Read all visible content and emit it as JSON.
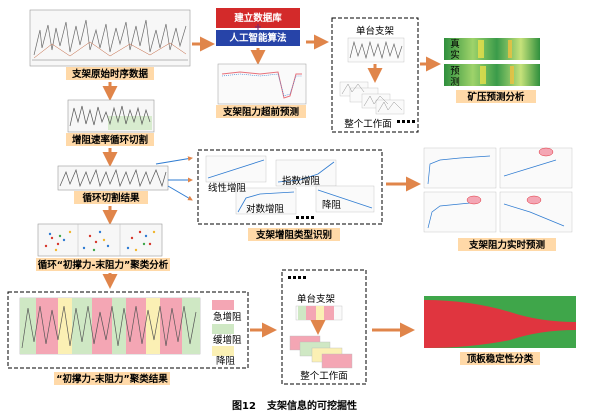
{
  "figure": {
    "caption_number": "图12",
    "caption_text": "支架信息的可挖掘性"
  },
  "nodes": {
    "raw_series": "支架原始时序数据",
    "rate_cut": "增阻速率循环切割",
    "cycle_result": "循环切割结果",
    "cluster_analysis": "循环“初撑力-末阻力”聚类分析",
    "cluster_result": "“初撑力-末阻力”聚类结果",
    "db_top": "建立数据库",
    "db_plus": "+",
    "db_bottom": "人工智能算法",
    "advance_predict": "支架阻力超前预测",
    "single_support_top": "单台支架",
    "whole_face_top": "整个工作面",
    "ground_pressure": "矿压预测分析",
    "truth_a": "真",
    "truth_b": "实",
    "pred_a": "预",
    "pred_b": "测",
    "type_linear": "线性增阻",
    "type_exp": "指数增阻",
    "type_log": "对数增阻",
    "type_down": "降阻",
    "type_identify": "支架增阻类型识别",
    "realtime_predict": "支架阻力实时预测",
    "legend_fast": "急增阻",
    "legend_slow": "缓增阻",
    "legend_down": "降阻",
    "single_support_bottom": "单台支架",
    "whole_face_bottom": "整个工作面",
    "roof_classify": "顶板稳定性分类"
  },
  "colors": {
    "arrow": "#e0854a",
    "label_box": "#ffd9a8",
    "db_top": "#d32a2a",
    "db_bottom": "#2744a8",
    "legend_fast": "#f4a6b4",
    "legend_slow": "#cfe8c4",
    "legend_down": "#fbf0b4",
    "roof_green": "#3fa64a",
    "roof_red": "#e0353f"
  }
}
